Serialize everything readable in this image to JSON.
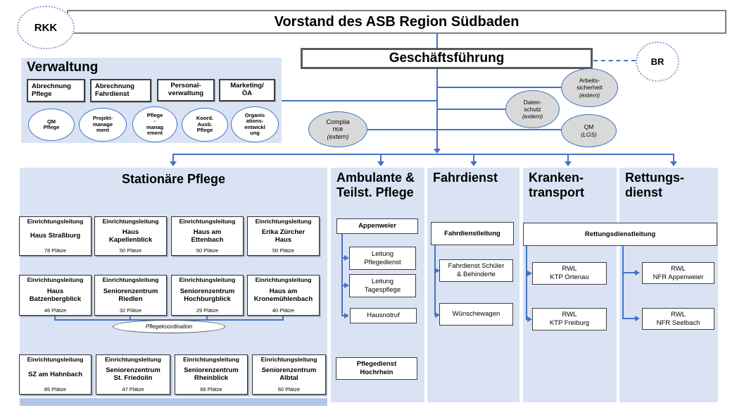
{
  "colors": {
    "accent": "#4472c4",
    "panel": "#dae3f3",
    "strip": "#b4c6e7",
    "gray_fill": "#d9d9d9"
  },
  "top": {
    "rkk": "RKK",
    "vorstand": "Vorstand des ASB Region Südbaden",
    "geschaeftsfuehrung": "Geschäftsführung",
    "br": "BR"
  },
  "verwaltung": {
    "title": "Verwaltung",
    "boxes": [
      "Abrechnung\nPflege",
      "Abrechnung\nFahrdienst",
      "Personal-\nverwaltung",
      "Marketing/\nÖA"
    ],
    "ellipses": [
      "QM\nPflege",
      "Projekt-\nmanage\nment",
      "Pflege\n-\nmanag\nement",
      "Koord.\nAusb.\nPflege",
      "Organis\nations-\nentwickl\nung"
    ]
  },
  "staff_ellipses": {
    "compliance": {
      "label": "Complia\nnce",
      "note": "(extern)"
    },
    "datenschutz": {
      "label": "Daten-\nschutz",
      "note": "(extern)"
    },
    "arbeitssicherheit": {
      "label": "Arbeits-\nsicherheit",
      "note": "(extern)"
    },
    "qm_lgs": {
      "label": "QM",
      "note": "(LGS)"
    }
  },
  "stationaere": {
    "title": "Stationäre Pflege",
    "role_label": "Einrichtungsleitung",
    "rows": [
      [
        {
          "name": "Haus Straßburg",
          "capacity": "78 Plätze"
        },
        {
          "name": "Haus\nKapellenblick",
          "capacity": "50 Plätze"
        },
        {
          "name": "Haus am\nEttenbach",
          "capacity": "50 Plätze"
        },
        {
          "name": "Erika Zürcher\nHaus",
          "capacity": "50 Plätze"
        }
      ],
      [
        {
          "name": "Haus\nBatzenbergblick",
          "capacity": "46 Plätze"
        },
        {
          "name": "Seniorenzentrum\nRiedlen",
          "capacity": "32 Plätze"
        },
        {
          "name": "Seniorenzentrum\nHochburgblick",
          "capacity": "29 Plätze"
        },
        {
          "name": "Haus am\nKronemühlenbach",
          "capacity": "40 Plätze"
        }
      ],
      [
        {
          "name": "SZ am Hahnbach",
          "capacity": "85 Plätze"
        },
        {
          "name": "Seniorenzentrum\nSt. Friedolin",
          "capacity": "47 Plätze"
        },
        {
          "name": "Seniorenzentrum\nRheinblick",
          "capacity": "66 Plätze"
        },
        {
          "name": "Seniorenzentrum\nAlbtal",
          "capacity": "60 Plätze"
        }
      ]
    ],
    "coordination": "Pflegekoordination"
  },
  "ambulante": {
    "title": "Ambulante &\nTeilst. Pflege",
    "lead": "Appenweier",
    "items": [
      "Leitung\nPflegedienst",
      "Leitung\nTagespflege",
      "Hausnotruf"
    ],
    "extra": "Pflegedienst\nHochrhein"
  },
  "fahrdienst": {
    "title": "Fahrdienst",
    "lead": "Fahrdienstleitung",
    "items": [
      "Fahrdienst Schüler\n& Behinderte",
      "Wünschewagen"
    ]
  },
  "krankentransport": {
    "title": "Kranken-\ntransport",
    "items": [
      "RWL\nKTP Ortenau",
      "RWL\nKTP Freiburg"
    ]
  },
  "rettungsdienst": {
    "title": "Rettungs-\ndienst",
    "lead": "Rettungsdienstleitung",
    "items": [
      "RWL\nNFR Appenweier",
      "RWL\nNFR Seelbach"
    ]
  }
}
